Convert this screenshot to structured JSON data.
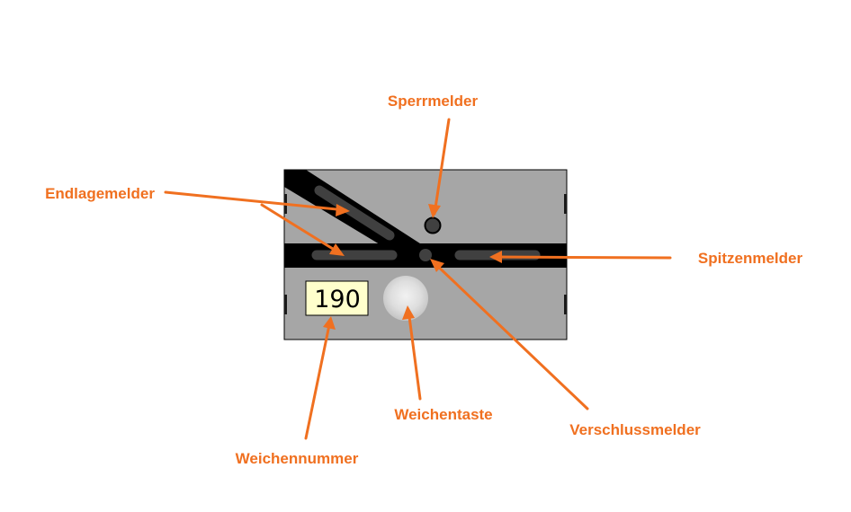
{
  "panel": {
    "switch_number": "190",
    "background_color": "#a6a6a6",
    "track_color": "#000000",
    "lamp_off_color": "#404040",
    "number_plate_color": "#ffffcc"
  },
  "labels": {
    "sperrmelder": "Sperrmelder",
    "endlagemelder": "Endlagemelder",
    "spitzenmelder": "Spitzenmelder",
    "weichennummer": "Weichennummer",
    "weichentaste": "Weichentaste",
    "verschlussmelder": "Verschlussmelder"
  },
  "colors": {
    "label": "#f07020",
    "arrow": "#f07020"
  }
}
